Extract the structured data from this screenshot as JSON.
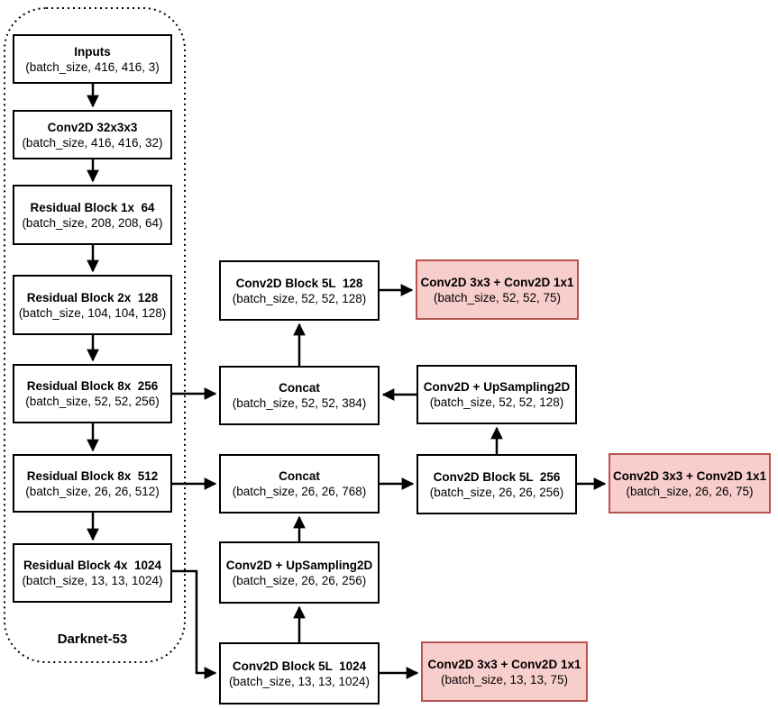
{
  "diagram": {
    "backbone_label": "Darknet-53",
    "colors": {
      "node_fill": "#ffffff",
      "node_border": "#000000",
      "head_fill": "#f8cecc",
      "head_border": "#b85450",
      "wire": "#000000"
    },
    "nodes": {
      "inputs": {
        "title": "Inputs",
        "shape": "(batch_size, 416, 416, 3)"
      },
      "conv32": {
        "title": "Conv2D 32x3x3",
        "shape": "(batch_size, 416, 416, 32)"
      },
      "res1": {
        "title": "Residual Block 1x  64",
        "shape": "(batch_size, 208, 208, 64)"
      },
      "res2": {
        "title": "Residual Block 2x  128",
        "shape": "(batch_size, 104, 104, 128)"
      },
      "res8a": {
        "title": "Residual Block 8x  256",
        "shape": "(batch_size, 52, 52, 256)"
      },
      "res8b": {
        "title": "Residual Block 8x  512",
        "shape": "(batch_size, 26, 26, 512)"
      },
      "res4": {
        "title": "Residual Block 4x  1024",
        "shape": "(batch_size, 13, 13, 1024)"
      },
      "block5l_128": {
        "title": "Conv2D Block 5L  128",
        "shape": "(batch_size, 52, 52, 128)"
      },
      "concat52": {
        "title": "Concat",
        "shape": "(batch_size, 52, 52, 384)"
      },
      "upsample52": {
        "title": "Conv2D + UpSampling2D",
        "shape": "(batch_size, 52, 52, 128)"
      },
      "concat26": {
        "title": "Concat",
        "shape": "(batch_size, 26, 26, 768)"
      },
      "block5l_256": {
        "title": "Conv2D Block 5L  256",
        "shape": "(batch_size, 26, 26, 256)"
      },
      "upsample26": {
        "title": "Conv2D + UpSampling2D",
        "shape": "(batch_size, 26, 26, 256)"
      },
      "block5l_1024": {
        "title": "Conv2D Block 5L  1024",
        "shape": "(batch_size, 13, 13, 1024)"
      },
      "head52": {
        "title": "Conv2D 3x3 + Conv2D 1x1",
        "shape": "(batch_size, 52, 52, 75)"
      },
      "head26": {
        "title": "Conv2D 3x3 + Conv2D 1x1",
        "shape": "(batch_size, 26, 26, 75)"
      },
      "head13": {
        "title": "Conv2D 3x3 + Conv2D 1x1",
        "shape": "(batch_size, 13, 13, 75)"
      }
    }
  }
}
